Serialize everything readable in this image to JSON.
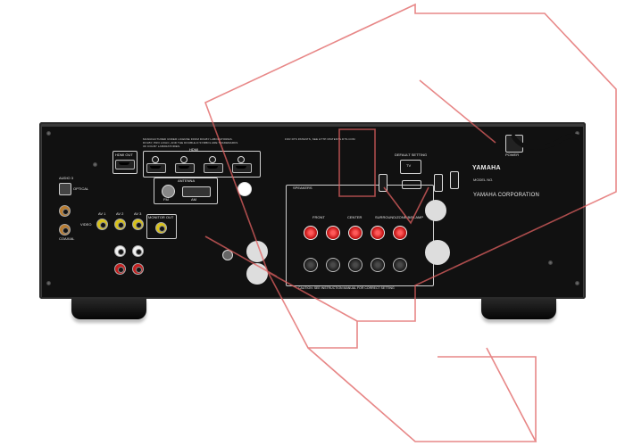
{
  "receiver": {
    "brand": "YAMAHA",
    "model_label": "MODEL NO.",
    "corporation": "YAMAHA CORPORATION",
    "fine_print": "MANUFACTURED UNDER LICENSE FROM DOLBY LABORATORIES. DOLBY, PRO LOGIC, AND THE DOUBLE-D SYMBOL ARE TRADEMARKS OF DOLBY LABORATORIES.",
    "fcc_print": "FOR DTS PATENTS, SEE HTTP://PATENTS.DTS.COM",
    "hdmi_out_label": "HDMI OUT",
    "hdmi_label": "HDMI",
    "antenna_label": "ANTENNA",
    "speakers_label": "SPEAKERS",
    "front_label": "FRONT",
    "center_label": "CENTER",
    "surround_label": "SURROUND/ZONE B/BI-AMP",
    "power_label": "POWER",
    "monitor_out_label": "MONITOR OUT",
    "audio_label": "AUDIO 3",
    "optical_label": "OPTICAL",
    "coaxial_label": "COAXIAL",
    "video_label": "VIDEO",
    "av_labels": [
      "AV 1",
      "AV 2",
      "AV 3"
    ],
    "default_setting_label": "DEFAULT SETTING",
    "tv_label": "TV",
    "caution_label": "CAUTION: SEE INSTRUCTION MANUAL FOR CORRECT SETTING",
    "fm_label": "FM",
    "am_label": "AM"
  },
  "colors": {
    "chassis": "#111111",
    "speaker_red": "#c81818",
    "watermark": "#e06060"
  }
}
